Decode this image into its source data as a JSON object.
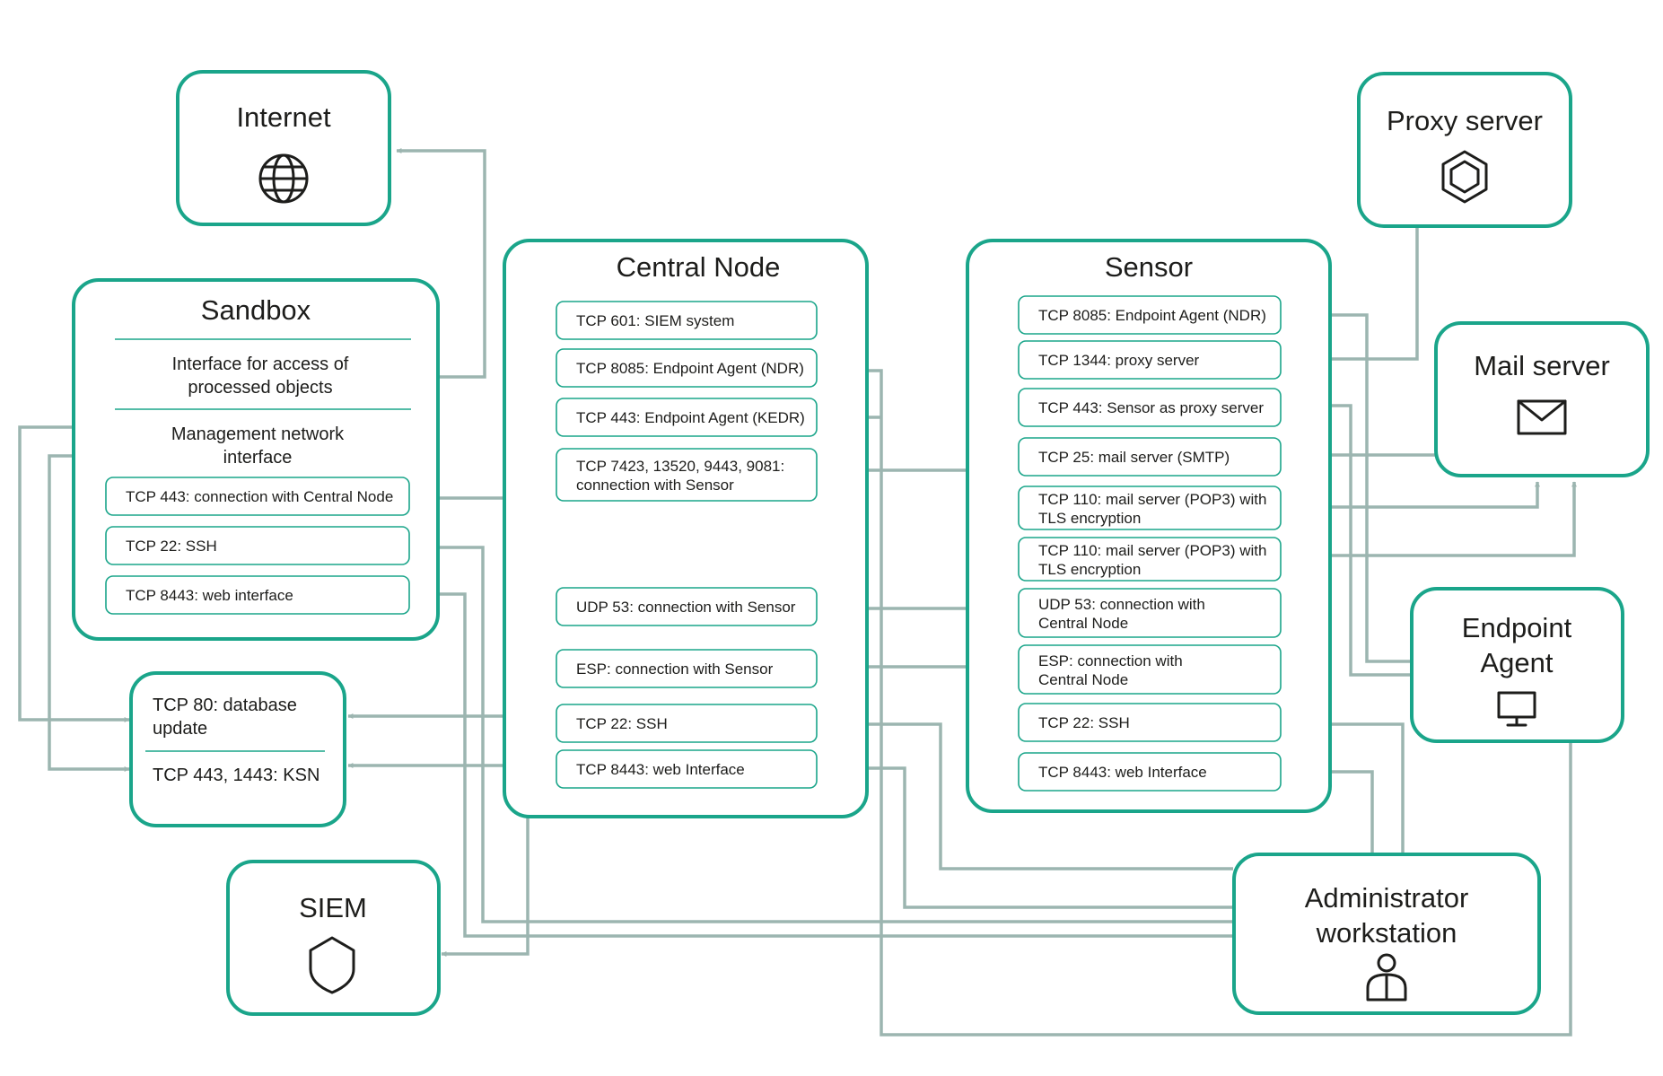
{
  "nodes": {
    "internet": {
      "title": "Internet",
      "icon": "globe-icon"
    },
    "proxy": {
      "title": "Proxy server",
      "icon": "hexagon-icon"
    },
    "mail": {
      "title": "Mail server",
      "icon": "envelope-icon"
    },
    "endpoint": {
      "title_line1": "Endpoint",
      "title_line2": "Agent",
      "icon": "monitor-icon"
    },
    "siem": {
      "title": "SIEM",
      "icon": "shield-icon"
    },
    "admin": {
      "title_line1": "Administrator",
      "title_line2": "workstation",
      "icon": "user-icon"
    },
    "sandbox": {
      "title": "Sandbox",
      "interface_line1": "Interface for access of",
      "interface_line2": "processed objects",
      "mgmt_line1": "Management network",
      "mgmt_line2": "interface",
      "ports": [
        "TCP 443: connection with Central Node",
        "TCP 22: SSH",
        "TCP 8443: web interface"
      ]
    },
    "update": {
      "line1": "TCP 80: database",
      "line2": "update",
      "ksn": "TCP 443, 1443: KSN"
    },
    "central": {
      "title": "Central Node",
      "ports": [
        {
          "l1": "TCP 601: SIEM system",
          "l2": ""
        },
        {
          "l1": "TCP 8085: Endpoint Agent (NDR)",
          "l2": ""
        },
        {
          "l1": "TCP 443: Endpoint Agent (KEDR)",
          "l2": ""
        },
        {
          "l1": "TCP 7423, 13520, 9443, 9081:",
          "l2": "connection with Sensor"
        },
        {
          "l1": "UDP 53: connection with Sensor",
          "l2": ""
        },
        {
          "l1": "ESP: connection with Sensor",
          "l2": ""
        },
        {
          "l1": "TCP 22: SSH",
          "l2": ""
        },
        {
          "l1": "TCP 8443: web Interface",
          "l2": ""
        }
      ]
    },
    "sensor": {
      "title": "Sensor",
      "ports": [
        {
          "l1": "TCP 8085: Endpoint Agent (NDR)",
          "l2": ""
        },
        {
          "l1": "TCP 1344: proxy server",
          "l2": ""
        },
        {
          "l1": "TCP 443: Sensor as proxy server",
          "l2": ""
        },
        {
          "l1": "TCP 25: mail server (SMTP)",
          "l2": ""
        },
        {
          "l1": "TCP 110: mail server (POP3) with",
          "l2": "TLS encryption"
        },
        {
          "l1": "TCP 110: mail server (POP3) with",
          "l2": "TLS encryption"
        },
        {
          "l1": "UDP 53: connection with",
          "l2": "Central Node"
        },
        {
          "l1": "ESP: connection with",
          "l2": "Central Node"
        },
        {
          "l1": "TCP 22: SSH",
          "l2": ""
        },
        {
          "l1": "TCP 8443: web Interface",
          "l2": ""
        }
      ]
    }
  },
  "colors": {
    "box_border": "#1aa58a",
    "connector": "#9cb5b0",
    "text": "#1d1d1b",
    "background": "#ffffff"
  }
}
